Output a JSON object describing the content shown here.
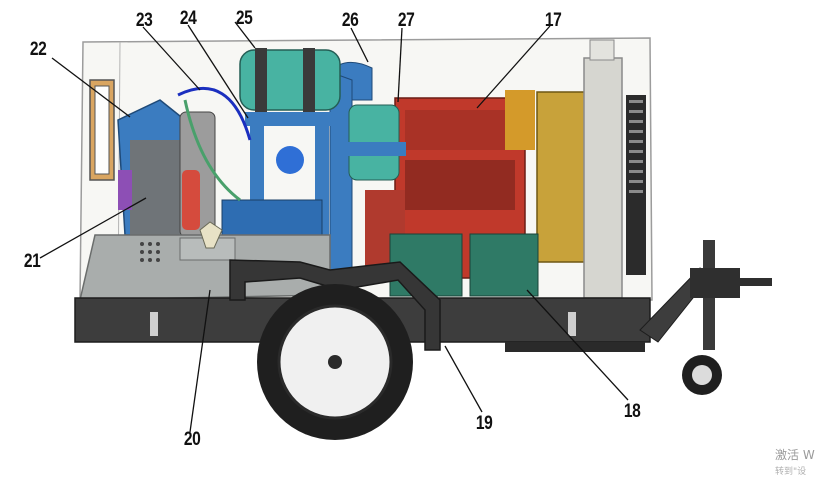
{
  "callouts": [
    {
      "id": "22",
      "text": "22"
    },
    {
      "id": "23",
      "text": "23"
    },
    {
      "id": "24",
      "text": "24"
    },
    {
      "id": "25",
      "text": "25"
    },
    {
      "id": "26",
      "text": "26"
    },
    {
      "id": "27",
      "text": "27"
    },
    {
      "id": "17",
      "text": "17"
    },
    {
      "id": "21",
      "text": "21"
    },
    {
      "id": "20",
      "text": "20"
    },
    {
      "id": "19",
      "text": "19"
    },
    {
      "id": "18",
      "text": "18"
    }
  ],
  "watermark": {
    "title": "激活 W",
    "subtitle": "转到\"设"
  },
  "colors": {
    "engine": "#c0392b",
    "coolant_tank": "#48b3a2",
    "frame": "#3d3d3d",
    "panel": "#a9adac",
    "pipe_blue": "#3b7cc0",
    "green_box": "#2f7a66",
    "radiator": "#c8a23a"
  }
}
